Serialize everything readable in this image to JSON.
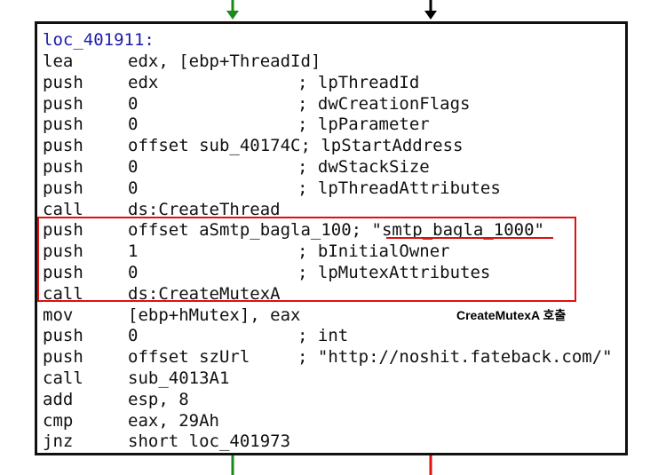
{
  "block": {
    "label": "loc_401911:",
    "instructions": [
      {
        "mnemonic": "lea",
        "operands": "edx, [ebp+ThreadId]",
        "comment": ""
      },
      {
        "mnemonic": "push",
        "operands": "edx",
        "comment": "; lpThreadId"
      },
      {
        "mnemonic": "push",
        "operands": "0",
        "comment": "; dwCreationFlags"
      },
      {
        "mnemonic": "push",
        "operands": "0",
        "comment": "; lpParameter"
      },
      {
        "mnemonic": "push",
        "operands": "offset sub_40174C; lpStartAddress",
        "comment": ""
      },
      {
        "mnemonic": "push",
        "operands": "0",
        "comment": "; dwStackSize"
      },
      {
        "mnemonic": "push",
        "operands": "0",
        "comment": "; lpThreadAttributes"
      },
      {
        "mnemonic": "call",
        "operands": "ds:CreateThread",
        "comment": ""
      },
      {
        "mnemonic": "push",
        "operands": "offset aSmtp_bagla_100; \"smtp_bagla_1000\"",
        "comment": ""
      },
      {
        "mnemonic": "push",
        "operands": "1",
        "comment": "; bInitialOwner"
      },
      {
        "mnemonic": "push",
        "operands": "0",
        "comment": "; lpMutexAttributes"
      },
      {
        "mnemonic": "call",
        "operands": "ds:CreateMutexA",
        "comment": ""
      },
      {
        "mnemonic": "mov",
        "operands": "[ebp+hMutex], eax",
        "comment": ""
      },
      {
        "mnemonic": "push",
        "operands": "0",
        "comment": "; int"
      },
      {
        "mnemonic": "push",
        "operands": "offset szUrl",
        "comment": "; \"http://noshit.fateback.com/\""
      },
      {
        "mnemonic": "call",
        "operands": "sub_4013A1",
        "comment": ""
      },
      {
        "mnemonic": "add",
        "operands": "esp, 8",
        "comment": ""
      },
      {
        "mnemonic": "cmp",
        "operands": "eax, 29Ah",
        "comment": ""
      },
      {
        "mnemonic": "jnz",
        "operands": "short loc_401973",
        "comment": ""
      }
    ]
  },
  "annotation": "CreateMutexA 호출",
  "colors": {
    "highlight": "#e01010",
    "label": "#1c1caa",
    "arrow_in_true": "#1a8a1a",
    "arrow_in_default": "#000000",
    "arrow_out_true": "#1a8a1a",
    "arrow_out_false": "#e01010"
  }
}
